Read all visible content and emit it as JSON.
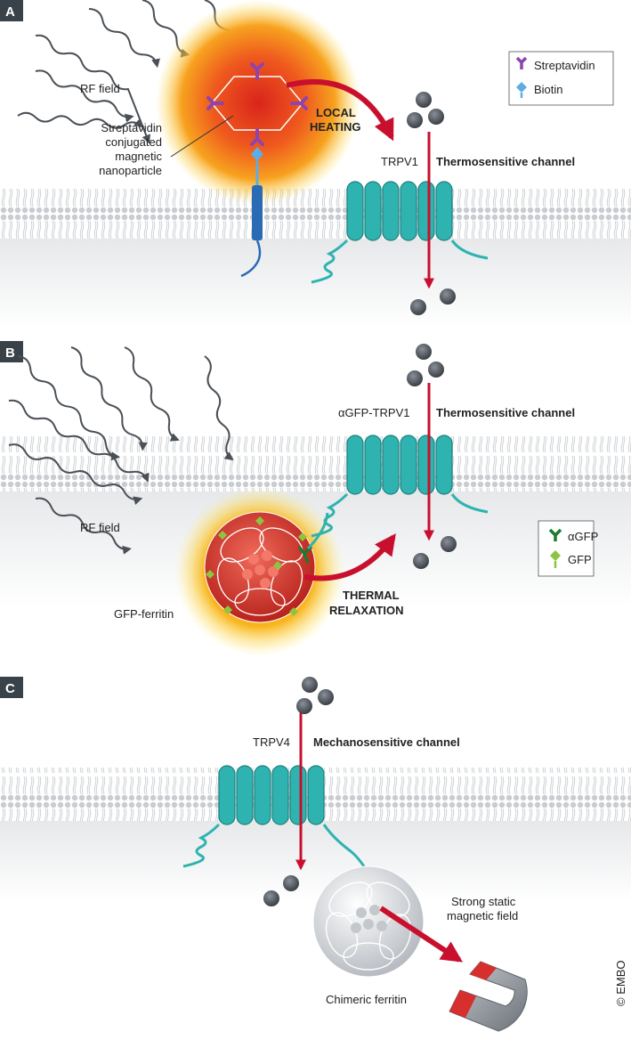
{
  "panels": {
    "a": {
      "letter": "A",
      "rf_field": "RF field",
      "nano_line1": "Streptavidin",
      "nano_line2": "conjugated",
      "nano_line3": "magnetic",
      "nano_line4": "nanoparticle",
      "heat_line1": "LOCAL",
      "heat_line2": "HEATING",
      "channel_name": "TRPV1",
      "channel_type": "Thermosensitive channel",
      "legend": [
        "Streptavidin",
        "Biotin"
      ]
    },
    "b": {
      "letter": "B",
      "rf_field": "RF field",
      "ferritin": "GFP-ferritin",
      "relax_line1": "THERMAL",
      "relax_line2": "RELAXATION",
      "channel_name": "αGFP-TRPV1",
      "channel_type": "Thermosensitive channel",
      "legend": [
        "αGFP",
        "GFP"
      ]
    },
    "c": {
      "letter": "C",
      "channel_name": "TRPV4",
      "channel_type": "Mechanosensitive channel",
      "field_line1": "Strong static",
      "field_line2": "magnetic field",
      "ferritin": "Chimeric ferritin"
    }
  },
  "credit": "© EMBO",
  "colors": {
    "channel": "#2fb3b0",
    "arrow": "#c8102e",
    "heat": "#f5a623",
    "streptavidin": "#8e44ad",
    "biotin": "#5dade2",
    "agfp": "#1e7a2e",
    "gfp": "#8cc63f",
    "ion": "#4a4f55"
  }
}
